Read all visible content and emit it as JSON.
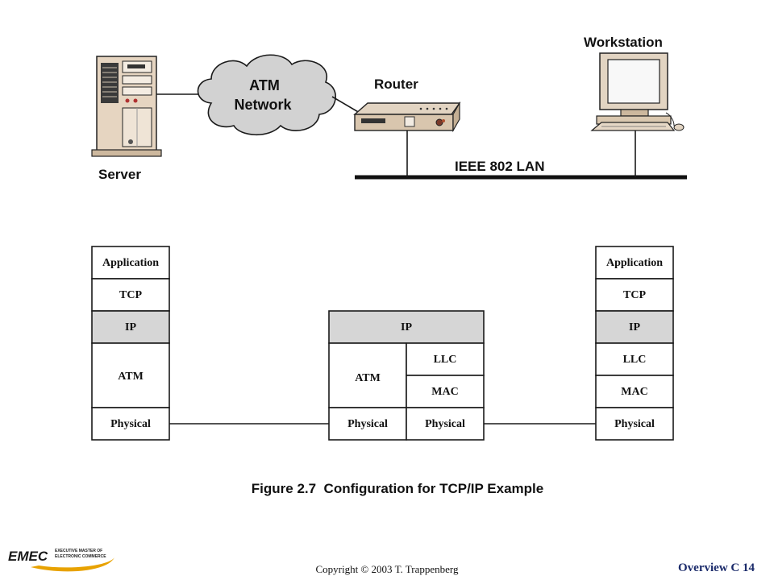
{
  "figure": {
    "caption": "Figure 2.7  Configuration for TCP/IP Example"
  },
  "network": {
    "server_label": "Server",
    "cloud_line1": "ATM",
    "cloud_line2": "Network",
    "router_label": "Router",
    "workstation_label": "Workstation",
    "lan_label": "IEEE 802 LAN"
  },
  "stacks": {
    "server": [
      "Application",
      "TCP",
      "IP",
      "ATM",
      "Physical"
    ],
    "router": {
      "ip": "IP",
      "left_atm": "ATM",
      "left_physical": "Physical",
      "right_llc": "LLC",
      "right_mac": "MAC",
      "right_physical": "Physical"
    },
    "workstation": [
      "Application",
      "TCP",
      "IP",
      "LLC",
      "MAC",
      "Physical"
    ]
  },
  "footer": {
    "copyright": "Copyright © 2003 T. Trappenberg",
    "page": "Overview  C 14",
    "logo_text": "EMEC",
    "logo_sub1": "EXECUTIVE MASTER OF",
    "logo_sub2": "ELECTRONIC COMMERCE"
  }
}
